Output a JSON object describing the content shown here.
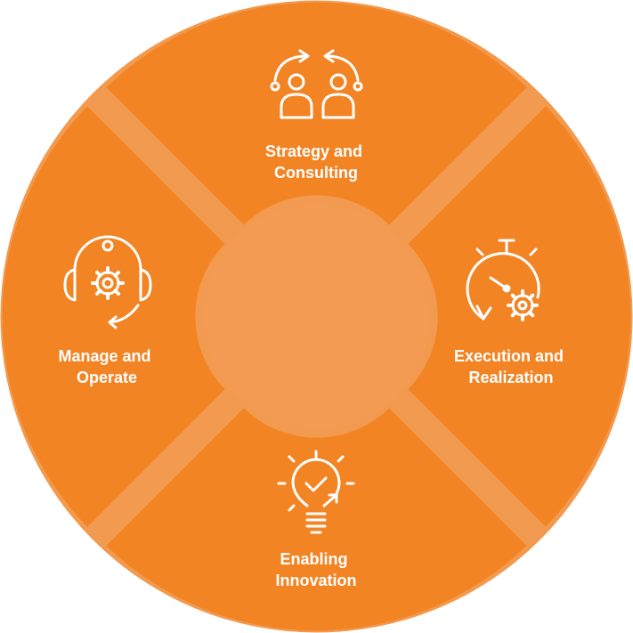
{
  "colors": {
    "ring": "#f29a4f",
    "segment": "#f28424",
    "center": "#f39b52",
    "icon": "#ffffff",
    "background": "#ffffff"
  },
  "segments": [
    {
      "id": "top",
      "icon": "two-people-exchange-icon",
      "lines": [
        "Strategy and",
        "Consulting"
      ]
    },
    {
      "id": "right",
      "icon": "stopwatch-gear-icon",
      "lines": [
        "Execution and",
        "Realization"
      ]
    },
    {
      "id": "bottom",
      "icon": "lightbulb-check-icon",
      "lines": [
        "Enabling",
        "Innovation"
      ]
    },
    {
      "id": "left",
      "icon": "headset-gear-icon",
      "lines": [
        "Manage and",
        "Operate"
      ]
    }
  ]
}
